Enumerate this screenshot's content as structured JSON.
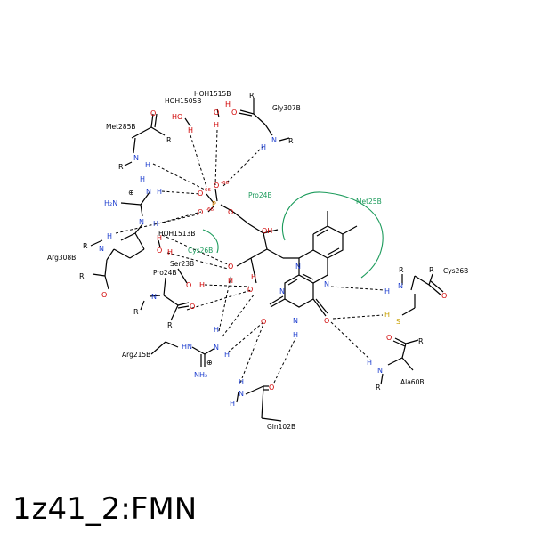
{
  "caption": "1z41_2:FMN",
  "residues": {
    "met285b": "Met285B",
    "gly307b": "Gly307B",
    "hoh1505b": "HOH1505B",
    "hoh1515b": "HOH1515B",
    "hoh1513b": "HOH1513B",
    "arg308b": "Arg308B",
    "ser23b": "Ser23B",
    "pro24b_a": "Pro24B",
    "pro24b_b": "Pro24B",
    "cys26b_a": "Cys26B",
    "cys26b_b": "Cys26B",
    "met25b": "Met25B",
    "arg215b": "Arg215B",
    "ala60b": "Ala60B",
    "gln102b": "Gln102B"
  },
  "atoms": {
    "N": "N",
    "H": "H",
    "O": "O",
    "S": "S",
    "P": "P",
    "R": "R",
    "HN": "HN",
    "H2N": "H₂N",
    "NH2": "NH₂",
    "OH": "OH",
    "HO": "HO",
    "NH": "NH",
    "plus": "⊕",
    "charge": "-66"
  }
}
